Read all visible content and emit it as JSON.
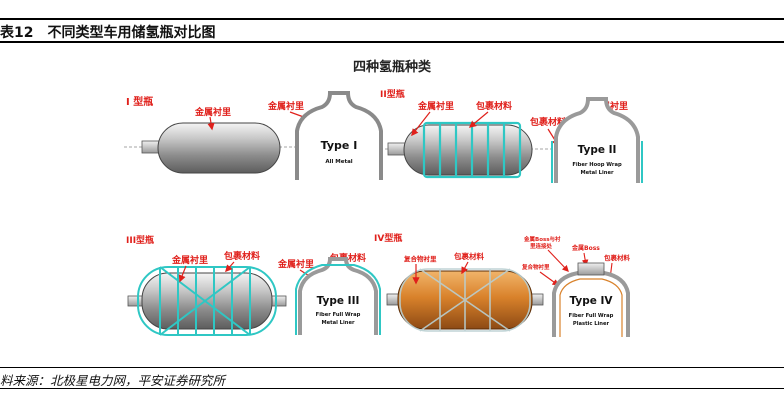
{
  "title": "表12　不同类型车用储氢瓶对比图",
  "source": "料来源：北极星电力网，平安证券研究所",
  "figure": {
    "heading": "四种氢瓶种类",
    "panels": [
      {
        "type_label": "I 型瓶",
        "liner_label": "金属衬里",
        "dome_liner_label": "金属衬里",
        "dome_title": "Type I",
        "dome_sub1": "All  Metal"
      },
      {
        "type_label": "II型瓶",
        "liner_label": "金属衬里",
        "wrap_label": "包裹材料",
        "dome_wrap_label": "包裹材料",
        "dome_liner_label": "金属衬里",
        "dome_title": "Type II",
        "dome_sub1": "Fiber Hoop Wrap",
        "dome_sub2": "Metal Liner"
      },
      {
        "type_label": "III型瓶",
        "liner_label": "金属衬里",
        "wrap_label": "包裹材料",
        "dome_liner_label": "金属衬里",
        "dome_wrap_label": "包裹材料",
        "dome_title": "Type III",
        "dome_sub1": "Fiber Full Wrap",
        "dome_sub2": "Metal Liner"
      },
      {
        "type_label": "IV型瓶",
        "liner_label": "复合物衬里",
        "wrap_label": "包裹材料",
        "dome_boss_label_1": "金属Boss与衬",
        "dome_boss_label_2": "里连接处",
        "dome_boss_label": "金属Boss",
        "dome_wrap_label": "包裹材料",
        "dome_liner_label": "复合物衬里",
        "dome_title": "Type IV",
        "dome_sub1": "Fiber Full Wrap",
        "dome_sub2": "Plastic Liner"
      }
    ]
  },
  "colors": {
    "label_red": "#e0201b",
    "wrap_cyan": "#2fc7c4",
    "liner_orange": "#d9822b"
  }
}
